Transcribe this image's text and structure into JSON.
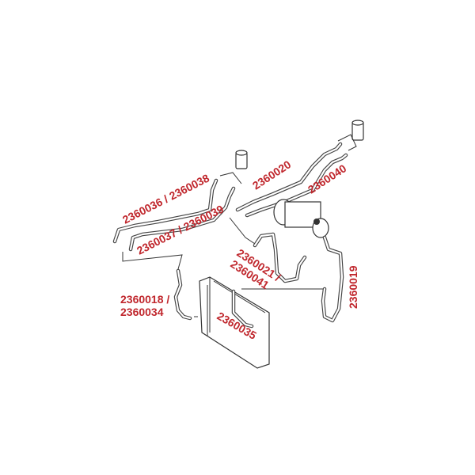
{
  "diagram": {
    "label_color": "#c0272d",
    "labels": {
      "l1": "2360036 / 2360038",
      "l2": "2360037 / 2360039",
      "l3": "2360020",
      "l4": "2360040",
      "l5a": "2360021 /",
      "l5b": "2360041",
      "l6a": "2360018 /",
      "l6b": "2360034",
      "l7": "2360035",
      "l8": "2360019"
    }
  }
}
